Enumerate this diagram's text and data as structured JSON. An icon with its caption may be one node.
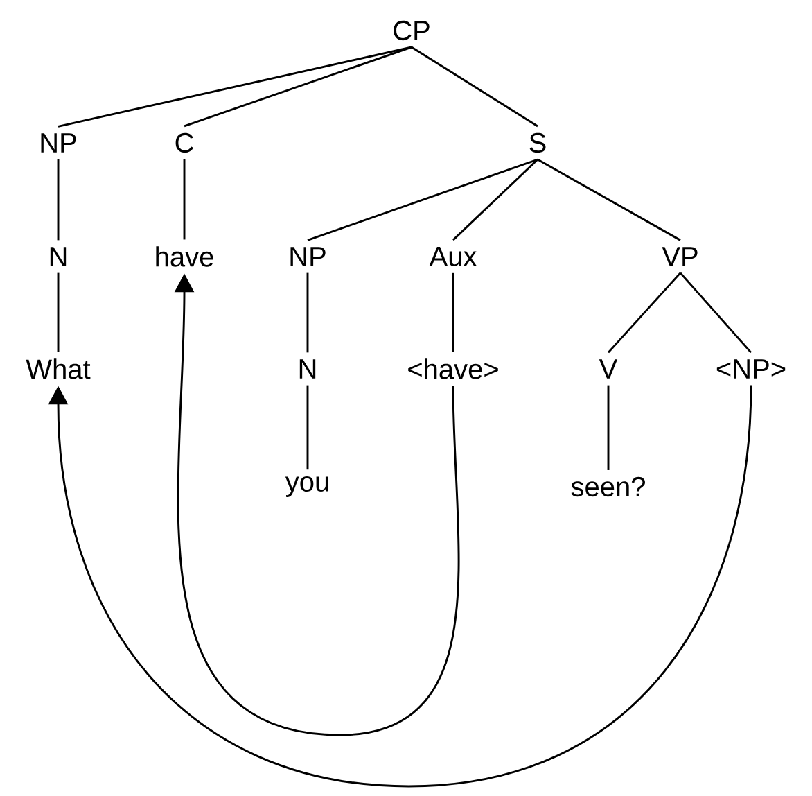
{
  "diagram": {
    "nodes": [
      {
        "text": [
          "CP"
        ]
      },
      {
        "text": [
          "NP"
        ]
      },
      {
        "text": [
          "C"
        ]
      },
      {
        "text": [
          "S"
        ]
      },
      {
        "text": [
          "N"
        ]
      },
      {
        "text": [
          "have"
        ]
      },
      {
        "text": [
          "NP"
        ]
      },
      {
        "text": [
          "Aux"
        ]
      },
      {
        "text": [
          "VP"
        ]
      },
      {
        "text": [
          "What"
        ]
      },
      {
        "text": [
          "N"
        ]
      },
      {
        "text": [
          "<have>"
        ]
      },
      {
        "text": [
          "V"
        ]
      },
      {
        "text": [
          "<NP>"
        ]
      },
      {
        "text": [
          "you"
        ]
      },
      {
        "text": [
          "seen?"
        ]
      }
    ],
    "edges": [
      {
        "from": 0,
        "to": 1,
        "arrow": "none"
      },
      {
        "from": 0,
        "to": 2,
        "arrow": "none"
      },
      {
        "from": 0,
        "to": 3,
        "arrow": "none"
      },
      {
        "from": 1,
        "to": 4,
        "arrow": "none"
      },
      {
        "from": 2,
        "to": 5,
        "arrow": "none"
      },
      {
        "from": 3,
        "to": 6,
        "arrow": "none"
      },
      {
        "from": 3,
        "to": 7,
        "arrow": "none"
      },
      {
        "from": 3,
        "to": 8,
        "arrow": "none"
      },
      {
        "from": 4,
        "to": 9,
        "arrow": "none"
      },
      {
        "from": 6,
        "to": 10,
        "arrow": "none"
      },
      {
        "from": 7,
        "to": 11,
        "arrow": "none"
      },
      {
        "from": 8,
        "to": 12,
        "arrow": "none"
      },
      {
        "from": 8,
        "to": 13,
        "arrow": "none"
      },
      {
        "from": 10,
        "to": 14,
        "arrow": "none"
      },
      {
        "from": 12,
        "to": 15,
        "arrow": "none"
      },
      {
        "from": 11,
        "to": 5,
        "arrow": "to"
      },
      {
        "from": 13,
        "to": 9,
        "arrow": "to"
      }
    ]
  }
}
